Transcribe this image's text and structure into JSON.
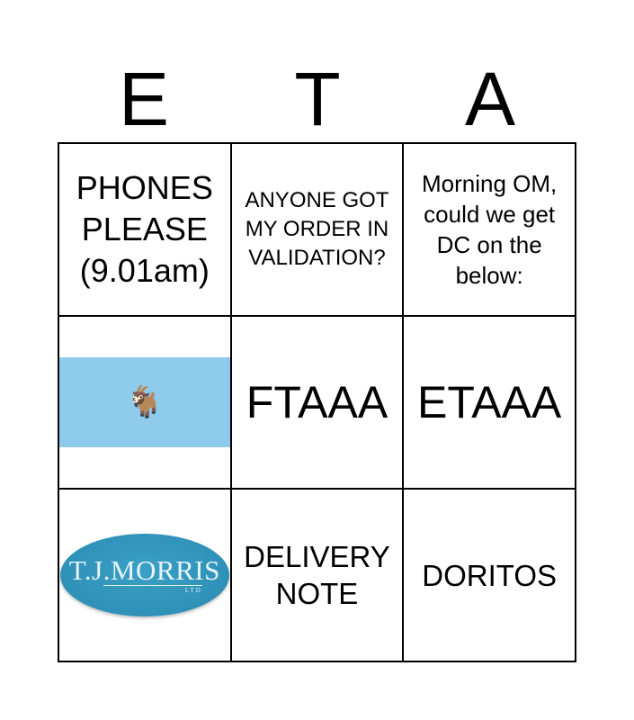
{
  "header": [
    "E",
    "T",
    "A"
  ],
  "cells": [
    "PHONES PLEASE (9.01am)",
    "ANYONE GOT MY ORDER IN VALIDATION?",
    "Morning OM, could we get DC on the below:",
    "🐐",
    "FTAAA",
    "ETAAA",
    "T.J.MORRIS LTD",
    "DELIVERY NOTE",
    "DORITOS"
  ],
  "logo": {
    "name": "T.J.MORRIS",
    "suffix": "LTD"
  },
  "colors": {
    "goat_band": "#8fcbec",
    "logo": "#3496bb"
  }
}
